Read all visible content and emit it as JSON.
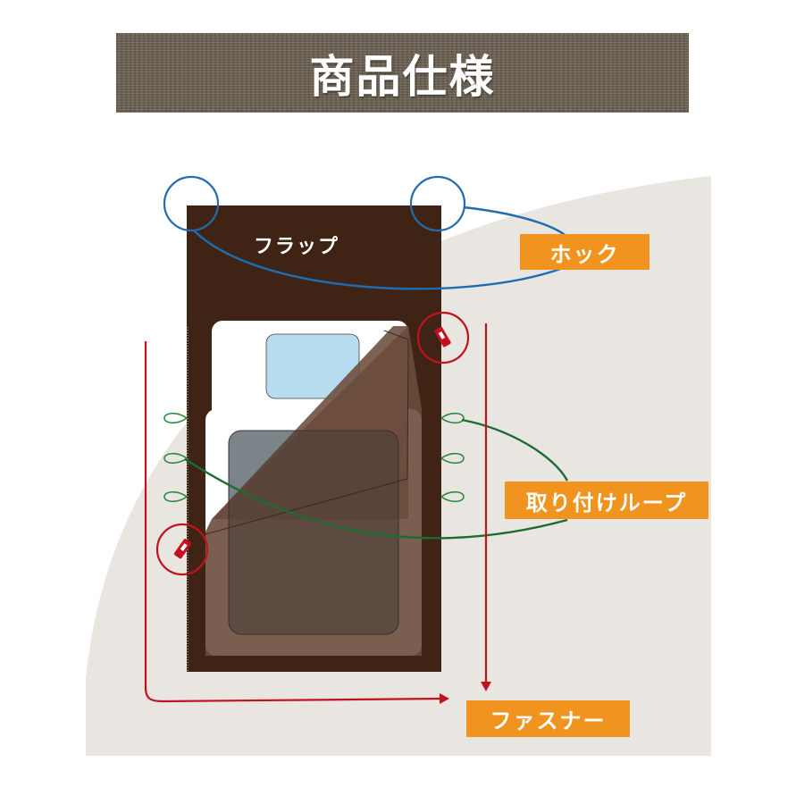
{
  "title": "商品仕様",
  "labels": {
    "flap": "フラップ",
    "hook": "ホック",
    "loop": "取り付けループ",
    "zipper": "ファスナー"
  },
  "colors": {
    "banner": "#6e6354",
    "bag_body": "#3f2314",
    "background_shape": "#e9e5e0",
    "hook_line": "#1f6db0",
    "loop_line": "#1e6b30",
    "zipper_line": "#c1121f",
    "label_fill": "#f1941f"
  }
}
